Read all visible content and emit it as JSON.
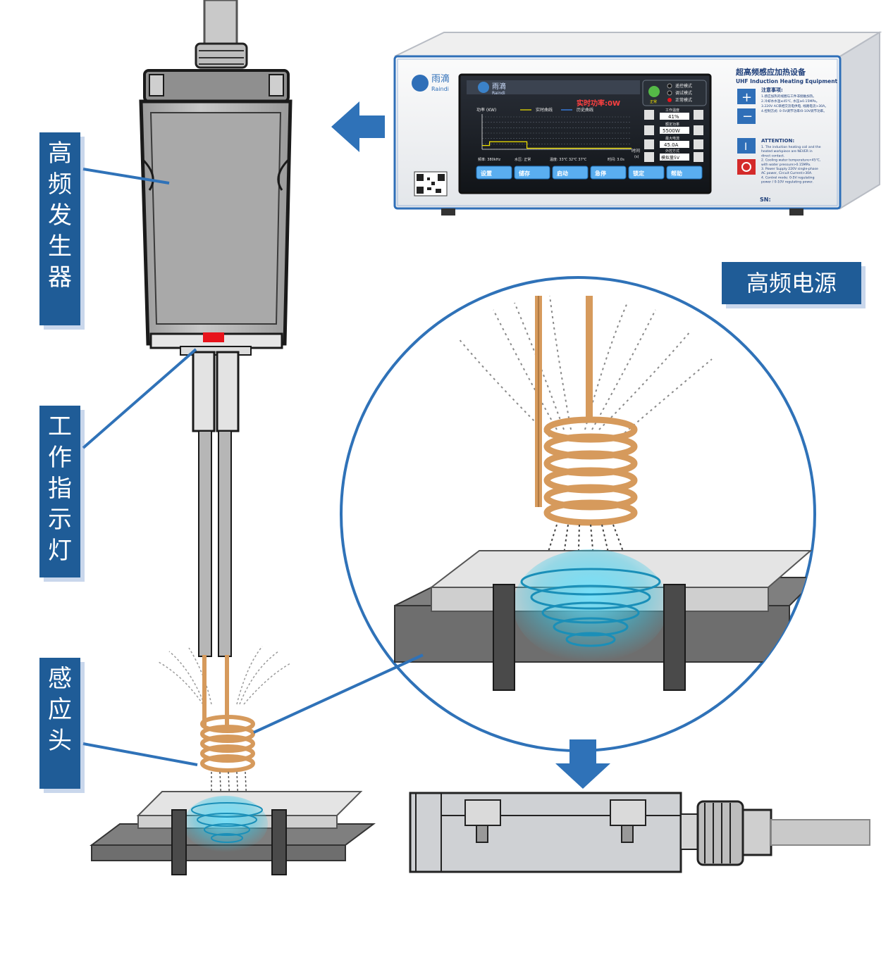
{
  "labels": {
    "generator": "高频发生器",
    "indicator": "工作指示灯",
    "coil_head": "感应头",
    "power_supply": "高频电源"
  },
  "device": {
    "brand_cn": "雨滴",
    "brand_en": "Raindi",
    "title_cn": "超高频感应加热设备",
    "title_en": "UHF Induction Heating Equipment",
    "notice_title": "注意事项:",
    "notice_lines": [
      "1.感应加热的线圈与工件非接触加热。",
      "2.冷却水水温≤45℃, 水压≥0.15MPa。",
      "3.220V AC单相交流电供电, 线路电流>30A。",
      "4.控制方式: 0-5V调节功率/0-10V调节功率。"
    ],
    "attention_title": "ATTENTION:",
    "attention_lines": [
      "1. The induction heating coil and the",
      "heated workpiece are NEVER in",
      "direct contact.",
      "2. Cooling water temperature<45℃,",
      "with water pressure>0.15MPa.",
      "3. Power Supply 220V single-phase",
      "AC power, Circuit Current>30A.",
      "4. Control mode: 0-5V regulating",
      "power / 0-10V regulating power."
    ],
    "sn_label": "SN:"
  },
  "screen": {
    "brand_cn": "雨滴",
    "brand_en": "Raindi",
    "realtime_power": "实时功率:0W",
    "chart_ylabel": "功率 (KW)",
    "legend_realtime": "实时曲线",
    "legend_history": "历史曲线",
    "x_axis_label": "时间",
    "x_axis_unit": "(s)",
    "status_freq": "频率: 380kHz",
    "status_water": "水压: 正常",
    "status_temp": "温度: 33℃ 32℃ 37℃",
    "status_time": "时间: 3.0s",
    "mode_remote": "遥控模式",
    "mode_debug": "调试模式",
    "mode_normal": "正常模式",
    "mode_normal_short": "正常",
    "work_temp_label": "工作温度",
    "work_temp_value": "41%",
    "rated_power_label": "额定功率",
    "rated_power_value": "5500W",
    "max_current_label": "最大电流",
    "max_current_value": "45.0A",
    "control_mode_label": "外控方式",
    "control_mode_value": "模拟量5V",
    "buttons": [
      "设置",
      "储存",
      "启动",
      "急停",
      "锁定",
      "帮助"
    ],
    "chart_data": {
      "type": "line",
      "series": [
        {
          "name": "实时曲线",
          "x": [
            0,
            1,
            1,
            6,
            6,
            20
          ],
          "y": [
            0.7,
            0.7,
            1.4,
            1.4,
            0.2,
            0.2
          ]
        }
      ],
      "xlim": [
        0,
        20
      ],
      "ylim": [
        0,
        6
      ]
    }
  },
  "colors": {
    "label_bg": "#1f5c97",
    "arrow": "#2f72b8",
    "panel_border": "#2f6fb8",
    "copper": "#d69a5c",
    "field_glow": "#38c9e8",
    "indicator_red": "#e8131b"
  }
}
